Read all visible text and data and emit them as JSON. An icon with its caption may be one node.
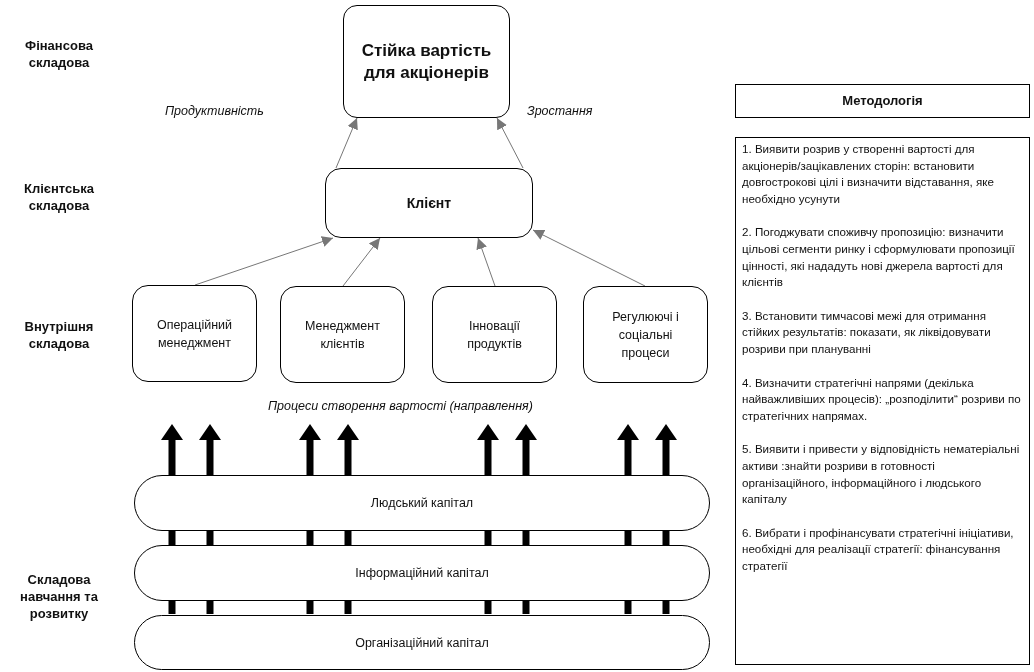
{
  "diagram": {
    "nodes": [
      {
        "text": [
          "Стійка вартість для акціонерів"
        ]
      },
      {
        "text": [
          "Клієнт"
        ]
      },
      {
        "text": [
          "Операційний менеджмент"
        ]
      },
      {
        "text": [
          "Менеджмент клієнтів"
        ]
      },
      {
        "text": [
          "Інновації продуктів"
        ]
      },
      {
        "text": [
          "Регулюючі і соціальні процеси"
        ]
      },
      {
        "text": [
          "Людський капітал"
        ]
      },
      {
        "text": [
          "Інформаційний капітал"
        ]
      },
      {
        "text": [
          "Організаційний капітал"
        ]
      },
      {
        "text": [
          "Методологія"
        ]
      },
      {
        "text": [
          "1. Виявити розрив у створенні вартості для акціонерів/зацікавлених сторін: встановити довгострокові цілі і визначити відставання, яке необхідно усунути",
          "2. Погоджувати споживчу пропозицію: визначити цільові сегменти ринку і сформулювати пропозиції цінності, які нададуть нові джерела вартості для клієнтів",
          "3. Встановити тимчасові межі для отримання стійких результатів: показати, як ліквідовувати розриви при плануванні",
          "4. Визначити стратегічні напрями (декілька найважливіших процесів): „розподілити“ розриви по стратегічних напрямах.",
          "5. Виявити і привести у відповідність нематеріальні активи :знайти розриви в готовності організаційного, інформаційного і людського капіталу",
          "6. Вибрати і профінансувати стратегічні ініціативи, необхідні для реалізації стратегії: фінансування стратегії"
        ]
      }
    ],
    "edges": [
      {
        "from": 1,
        "to": 0,
        "arrow": "to",
        "color": "#777777"
      },
      {
        "from": 1,
        "to": 0,
        "arrow": "to",
        "color": "#777777"
      },
      {
        "from": 2,
        "to": 1,
        "arrow": "to",
        "color": "#777777"
      },
      {
        "from": 3,
        "to": 1,
        "arrow": "to",
        "color": "#777777"
      },
      {
        "from": 4,
        "to": 1,
        "arrow": "to",
        "color": "#777777"
      },
      {
        "from": 5,
        "to": 1,
        "arrow": "to",
        "color": "#777777"
      }
    ],
    "labels": [
      "Фінансова складова",
      "Продуктивність",
      "Зростання",
      "Клієнтська складова",
      "Внутрішня складова",
      "Процеси створення вартості (направлення)",
      "Складова навчання та розвитку"
    ]
  }
}
